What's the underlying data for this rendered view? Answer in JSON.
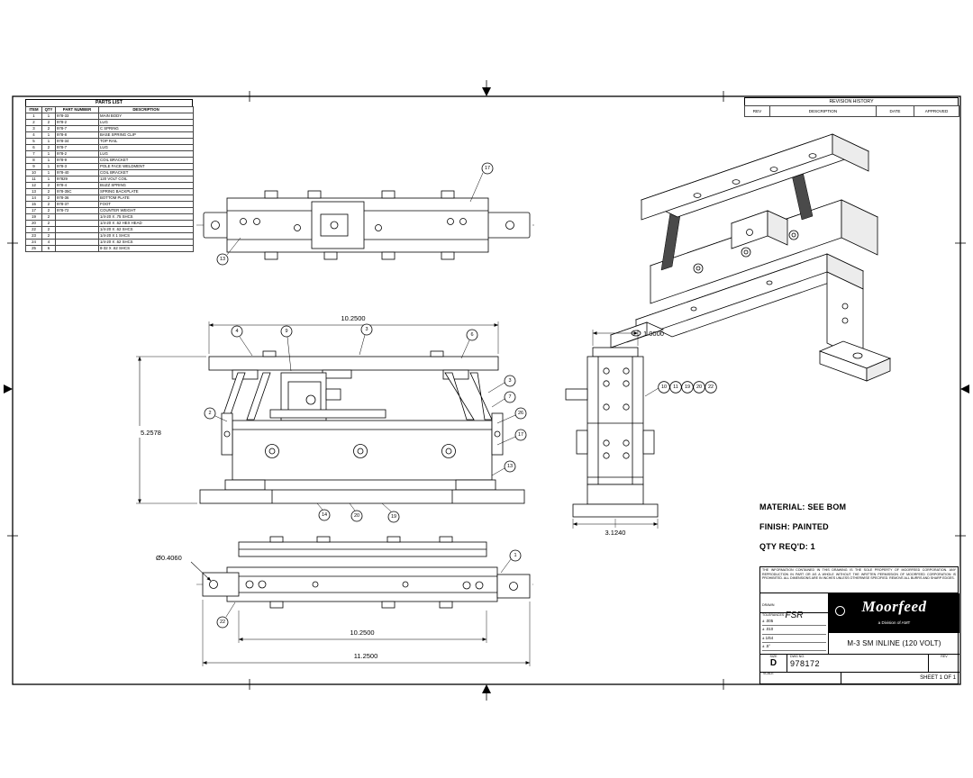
{
  "parts_list": {
    "title": "PARTS LIST",
    "headers": [
      "ITEM",
      "QTY",
      "PART NUMBER",
      "DESCRIPTION"
    ],
    "rows": [
      [
        "1",
        "1",
        "978-33",
        "MAIN BODY"
      ],
      [
        "2",
        "2",
        "978-2",
        "LUG"
      ],
      [
        "3",
        "2",
        "978-7",
        "C SPRING"
      ],
      [
        "4",
        "1",
        "978-8",
        "BASE SPRING CLIP"
      ],
      [
        "5",
        "1",
        "978-34",
        "TOP RAIL"
      ],
      [
        "6",
        "2",
        "978-7",
        "LUG"
      ],
      [
        "7",
        "1",
        "978-2",
        "LUG"
      ],
      [
        "8",
        "1",
        "978-9",
        "COIL BRACKET"
      ],
      [
        "9",
        "1",
        "978-3",
        "POLE FACE WELDMENT"
      ],
      [
        "10",
        "1",
        "978-40",
        "COIL BRACKET"
      ],
      [
        "11",
        "1",
        "97829",
        "120 VOLT COIL"
      ],
      [
        "12",
        "2",
        "978-4",
        "BUZZ SPRING"
      ],
      [
        "13",
        "2",
        "978-35C",
        "SPRING BACKPLATE"
      ],
      [
        "14",
        "2",
        "978-36",
        "BOTTOM PLATE"
      ],
      [
        "15",
        "2",
        "978-37",
        "FOOT"
      ],
      [
        "17",
        "2",
        "978-72",
        "COUNTER WEIGHT"
      ],
      [
        "19",
        "2",
        "",
        "1/4-20 X .75 SHCS"
      ],
      [
        "20",
        "2",
        "",
        "1/4-20 X .62 HEX HEAD"
      ],
      [
        "22",
        "2",
        "",
        "1/4-20 X .62 SHCS"
      ],
      [
        "23",
        "2",
        "",
        "1/4-20 X 1 SHCS"
      ],
      [
        "24",
        "4",
        "",
        "1/4-20 X .62 SHCS"
      ],
      [
        "25",
        "6",
        "",
        "8-32 X .62 SHCS"
      ]
    ]
  },
  "revision_block": {
    "title": "REVISION HISTORY",
    "headers": [
      "REV",
      "DESCRIPTION",
      "DATE",
      "APPROVED"
    ]
  },
  "notes": {
    "material": "MATERIAL: SEE BOM",
    "finish": "FINISH: PAINTED",
    "qty_reqd": "QTY REQ'D: 1"
  },
  "dimensions": {
    "front_width": "10.2500",
    "front_height": "5.2578",
    "side_width": "1.0000",
    "side_depth": "3.1240",
    "bottom_width": "10.2500",
    "bottom_overall": "11.2500",
    "hole_diameter": "Ø0.4060"
  },
  "balloons": {
    "top": [
      "17",
      "13"
    ],
    "front": [
      "4",
      "9",
      "3",
      "6",
      "3",
      "7",
      "26",
      "17",
      "13",
      "2",
      "14",
      "20",
      "19"
    ],
    "side": [
      "10",
      "11",
      "19",
      "20",
      "22"
    ],
    "bottom": [
      "1",
      "22"
    ]
  },
  "title_block": {
    "drawn_label": "DRAWN",
    "drawn_by": "FSR",
    "tolerances_label": "TOLERANCES",
    "tolerance_lines": [
      "± .005",
      "± .010",
      "± 1/64",
      "± .5°"
    ],
    "logo_text": "Moorfeed",
    "logo_subtext": "a Division of AMT",
    "drawing_title": "M-3 SM INLINE (120 VOLT)",
    "size_label": "SIZE",
    "size": "D",
    "dwg_no_label": "DWG NO.",
    "dwg_no": "978172",
    "rev_label": "REV",
    "scale_label": "SCALE",
    "sheet_label": "SHEET",
    "sheet": "1 OF 1",
    "disclaimer": "THE INFORMATION CONTAINED IN THIS DRAWING IS THE SOLE PROPERTY OF MOORFEED CORPORATION. ANY REPRODUCTION IN PART OR AS A WHOLE WITHOUT THE WRITTEN PERMISSION OF MOORFEED CORPORATION IS PROHIBITED. ALL DIMENSIONS ARE IN INCHES UNLESS OTHERWISE SPECIFIED. REMOVE ALL BURRS AND SHARP EDGES."
  }
}
